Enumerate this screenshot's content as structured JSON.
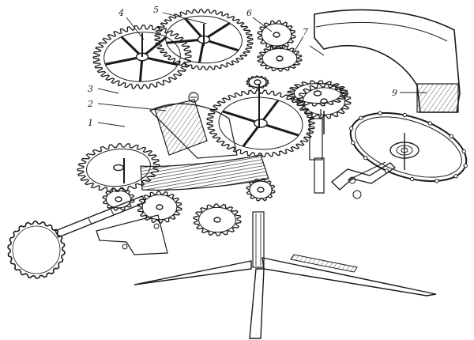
{
  "diagram": {
    "labels": {
      "n1": "1",
      "n2": "2",
      "n3": "3",
      "n4": "4",
      "n5": "5",
      "n6": "6",
      "n7": "7",
      "n9": "9"
    },
    "colors": {
      "ink": "#1a1a1a",
      "paper": "#ffffff"
    }
  }
}
